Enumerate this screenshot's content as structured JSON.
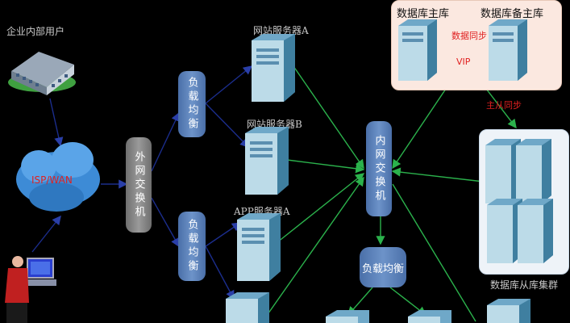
{
  "labels": {
    "enterprise_users": "企业内部用户",
    "isp_wan": "ISP/WAN",
    "outer_switch": "外网交换机",
    "load_balancer_1": "负载均衡",
    "load_balancer_2": "负载均衡",
    "web_server_a": "网站服务器A",
    "web_server_b": "网站服务器B",
    "app_server_a": "APP服务器A",
    "inner_switch": "内网交换机",
    "load_balancer_3": "负载均衡",
    "db_master": "数据库主库",
    "db_backup_master": "数据库备主库",
    "db_sync": "数据同步",
    "vip": "VIP",
    "master_slave_sync": "主从同步",
    "db_slave_cluster": "数据库从库集群"
  },
  "colors": {
    "background": "#000000",
    "blue_node": "#5b80b8",
    "gray_node": "#8a8a8a",
    "green_line": "#2bb24c",
    "dark_blue_line": "#1b2d8c",
    "red_text": "#e02020",
    "db_panel": "#fbe8e0",
    "cluster_panel": "#eef3f8"
  },
  "icons": [
    "building-icon",
    "cloud-icon",
    "user-computer-icon",
    "server-icon"
  ]
}
